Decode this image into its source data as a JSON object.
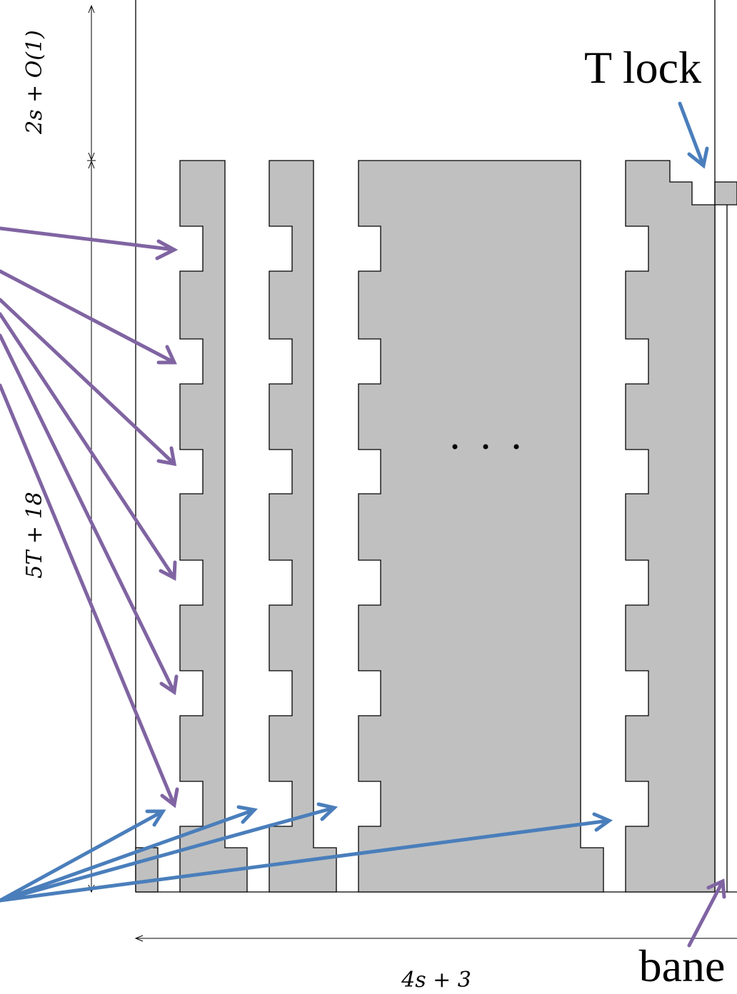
{
  "labels": {
    "top_dimension": "2s + O(1)",
    "left_dimension": "5T + 18",
    "bottom_dimension": "4s + 3",
    "t_lock": "T lock",
    "bane": "bane",
    "ellipsis": "· · ·"
  },
  "colors": {
    "gray_fill": "#c0c0c0",
    "purple_arrow": "#8064a2",
    "blue_arrow": "#4a7ebb",
    "outline": "#000000"
  }
}
